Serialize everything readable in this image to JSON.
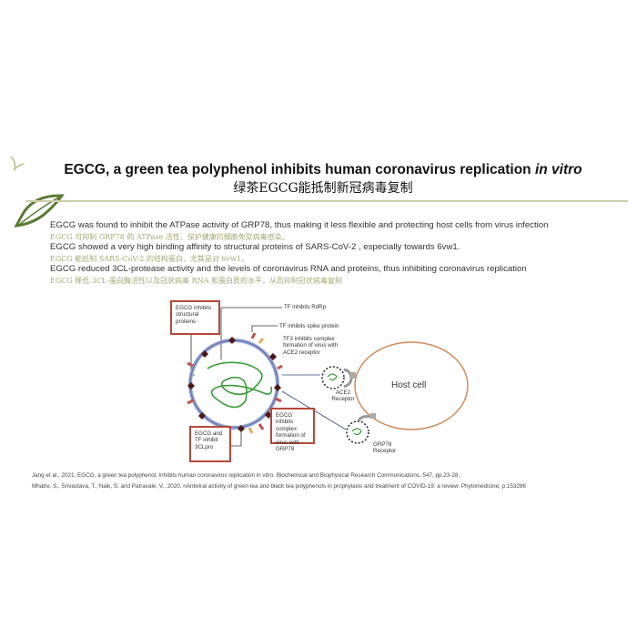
{
  "slide": {
    "title_main": "EGCG, a green tea polyphenol inhibits human coronavirus replication",
    "title_italic": "in vitro",
    "subtitle_zh": "绿茶EGCG能抵制新冠病毒复制",
    "points": [
      {
        "en": "EGCG was found to inhibit the ATPase activity of GRP78, thus making it less flexible and protecting host cells from virus infection",
        "zh": "EGCG 可抑制 GRP78 的 ATPase 活性，保护健康的细胞免受病毒感染。"
      },
      {
        "en": "EGCG showed a very high binding affinity to structural proteins of SARS-CoV-2 , especially towards 6vw1.",
        "zh": "EGCG 能抵制 SARS-CoV-2 的结构蛋白，尤其是对 6vw1。"
      },
      {
        "en": "EGCG reduced 3CL-protease activity and the levels of coronavirus RNA and proteins, thus inhibiting coronavirus replication",
        "zh": "EGCG 降低 3CL-蛋白酶活性以及冠状病毒 RNA 和蛋白质的水平，从而抑制冠状病毒复制"
      }
    ],
    "diagram": {
      "box_structural": "EGCG inhibits structural proteins",
      "tf_rdrp": "TF inhibits RdRp",
      "tf_spike": "TF inhibits spike protein",
      "tf3_ace2": "TF3 inhibits complex formation of virus with ACE2 receptor",
      "ace2_receptor": "ACE2 Receptor",
      "host_cell": "Host cell",
      "box_grp78": "EGCG inhibits complex formation of virus with GRP78",
      "grp78_receptor": "GRP78 Receptor",
      "box_3clpro": "EGCG and TF inhibit 3CLpro"
    },
    "references": [
      "Jang et al., 2021. EGCG, a green tea polyphenol, inhibits human coronavirus replication in vitro. Biochemical and Biophysical Research Communications, 547, pp.23-28.",
      "Mhatre, S., Srivastava, T., Naik, S. and Patravale, V., 2020. nAntiviral activity of green tea and black tea polyphenols in prophylaxis and treatment of COVID-19: a review. Phytomedicine, p.153286"
    ]
  }
}
